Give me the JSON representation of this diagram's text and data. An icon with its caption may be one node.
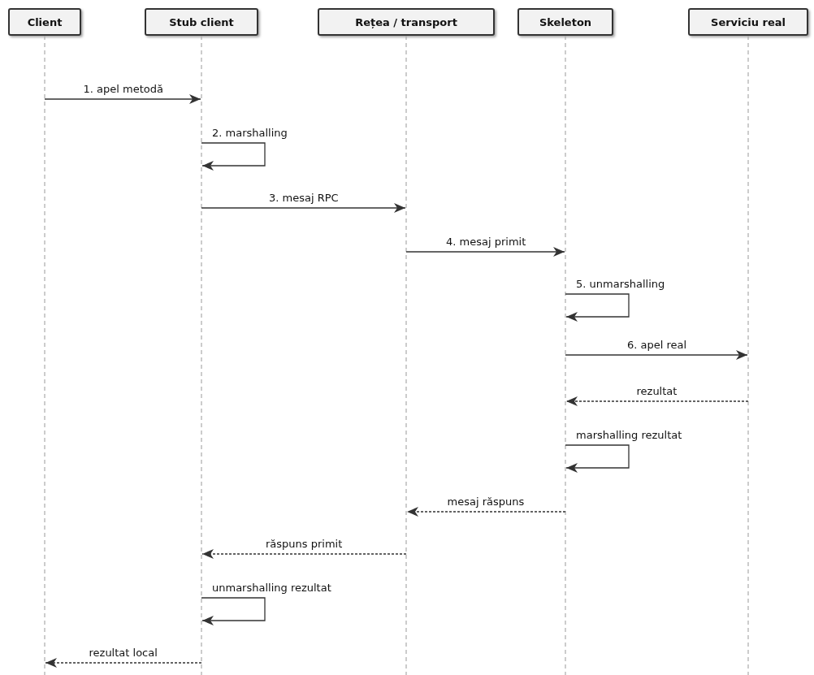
{
  "diagram": {
    "nodes": [
      {
        "text": [
          "Client"
        ]
      },
      {
        "text": [
          "Stub client"
        ]
      },
      {
        "text": [
          "Rețea / transport"
        ]
      },
      {
        "text": [
          "Skeleton"
        ]
      },
      {
        "text": [
          "Serviciu real"
        ]
      }
    ],
    "edges": [
      {
        "from": 0,
        "to": 1,
        "arrow": "to",
        "label": "1. apel metodă"
      },
      {
        "from": 1,
        "to": 1,
        "arrow": "to",
        "label": "2. marshalling"
      },
      {
        "from": 1,
        "to": 2,
        "arrow": "to",
        "label": "3. mesaj RPC"
      },
      {
        "from": 2,
        "to": 3,
        "arrow": "to",
        "label": "4. mesaj primit"
      },
      {
        "from": 3,
        "to": 3,
        "arrow": "to",
        "label": "5. unmarshalling"
      },
      {
        "from": 3,
        "to": 4,
        "arrow": "to",
        "label": "6. apel real"
      },
      {
        "from": 4,
        "to": 3,
        "arrow": "to",
        "label": "rezultat",
        "style": "dashed"
      },
      {
        "from": 3,
        "to": 3,
        "arrow": "to",
        "label": "marshalling rezultat"
      },
      {
        "from": 3,
        "to": 2,
        "arrow": "to",
        "label": "mesaj răspuns",
        "style": "dashed"
      },
      {
        "from": 2,
        "to": 1,
        "arrow": "to",
        "label": "răspuns primit",
        "style": "dashed"
      },
      {
        "from": 1,
        "to": 1,
        "arrow": "to",
        "label": "unmarshalling rezultat"
      },
      {
        "from": 1,
        "to": 0,
        "arrow": "to",
        "label": "rezultat local",
        "style": "dashed"
      }
    ]
  }
}
